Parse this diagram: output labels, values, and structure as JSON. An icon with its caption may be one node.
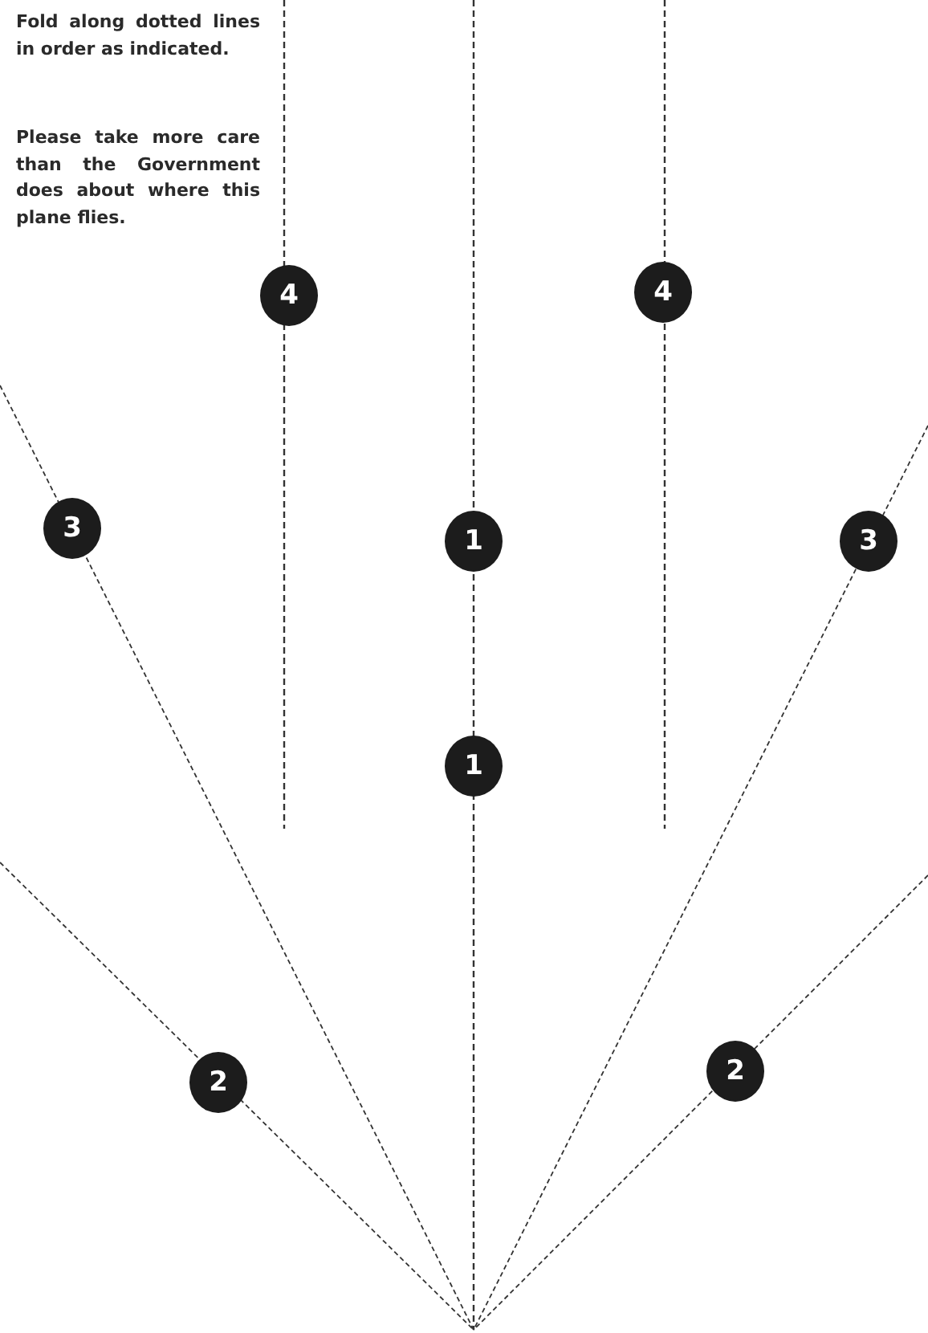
{
  "diagram": {
    "nodes": [
      {
        "text": [
          "4"
        ]
      },
      {
        "text": [
          "4"
        ]
      },
      {
        "text": [
          "3"
        ]
      },
      {
        "text": [
          "1"
        ]
      },
      {
        "text": [
          "3"
        ]
      },
      {
        "text": [
          "1"
        ]
      },
      {
        "text": [
          "2"
        ]
      },
      {
        "text": [
          "2"
        ]
      }
    ],
    "labels": [
      "Fold along dotted lines in order as indicated.",
      "Please take more care than the Government does about where this plane flies."
    ]
  }
}
